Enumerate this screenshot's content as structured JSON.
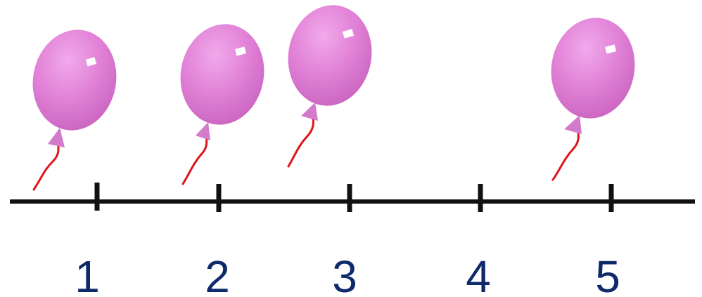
{
  "number_line": {
    "line_color": "#111111",
    "ticks": [
      {
        "label": "1"
      },
      {
        "label": "2"
      },
      {
        "label": "3"
      },
      {
        "label": "4"
      },
      {
        "label": "5"
      }
    ],
    "label_color": "#0e2a6b"
  },
  "balloons": {
    "color": "#e07fd6",
    "string_color": "#e0141c",
    "count": 4
  }
}
